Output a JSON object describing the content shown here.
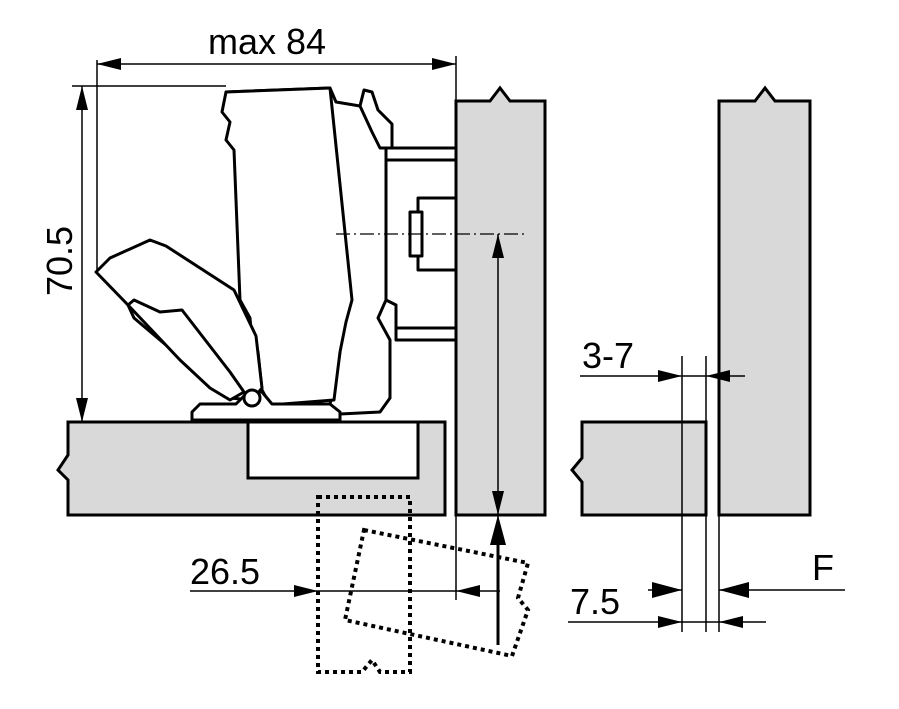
{
  "dimensions": {
    "max_width": "max 84",
    "height": "70.5",
    "gap": "3-7",
    "offset": "26.5",
    "thickness": "7.5",
    "force": "F"
  }
}
